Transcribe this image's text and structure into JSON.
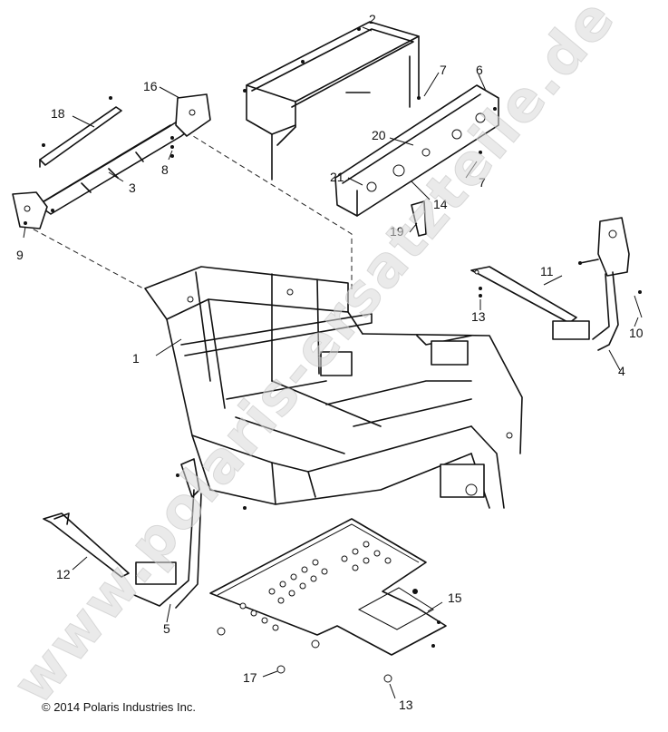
{
  "callouts": {
    "c1": "1",
    "c2": "2",
    "c3": "3",
    "c4": "4",
    "c5": "5",
    "c6": "6",
    "c7a": "7",
    "c7b": "7",
    "c8": "8",
    "c9": "9",
    "c10": "10",
    "c11": "11",
    "c12": "12",
    "c13a": "13",
    "c13b": "13",
    "c14": "14",
    "c15": "15",
    "c16": "16",
    "c17": "17",
    "c18": "18",
    "c19": "19",
    "c20": "20",
    "c21": "21"
  },
  "copyright": "© 2014 Polaris Industries Inc.",
  "watermark": "www.polaris-ersatzteile.de"
}
